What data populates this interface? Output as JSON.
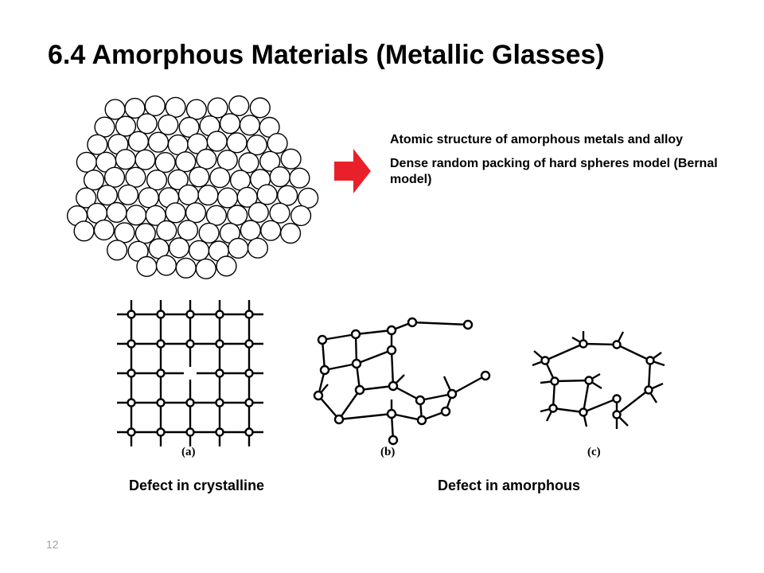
{
  "slide": {
    "title": "6.4 Amorphous Materials (Metallic Glasses)",
    "description": [
      "Atomic structure of amorphous metals and alloy",
      "Dense random packing of hard spheres model (Bernal model)"
    ],
    "figure_labels": {
      "a": "(a)",
      "b": "(b)",
      "c": "(c)"
    },
    "captions": {
      "crystalline": "Defect in crystalline",
      "amorphous": "Defect in amorphous"
    },
    "page_number": "12",
    "colors": {
      "arrow": "#e8202a",
      "ink": "#000000",
      "page_number": "#a0a0a0"
    }
  }
}
